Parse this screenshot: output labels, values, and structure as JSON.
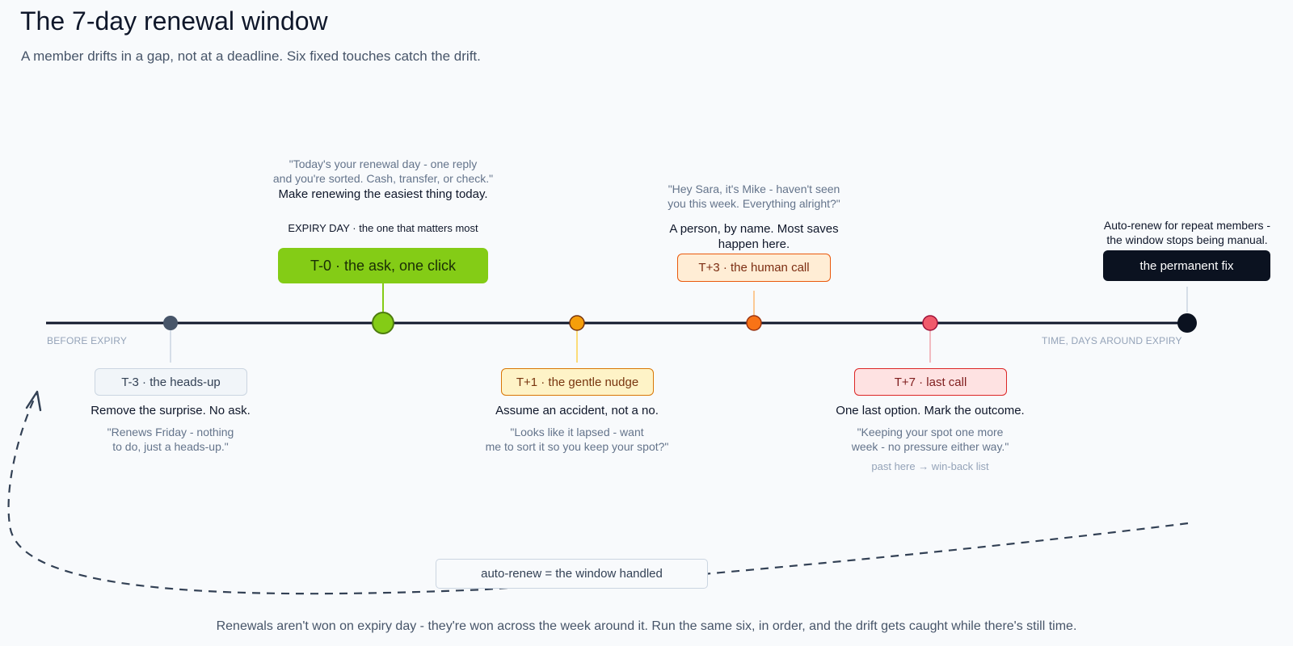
{
  "header": {
    "title": "The 7-day renewal window",
    "subtitle": "A member drifts in a gap, not at a deadline. Six fixed touches catch the drift."
  },
  "axis": {
    "start_label": "BEFORE EXPIRY",
    "end_label": "TIME, DAYS AROUND EXPIRY"
  },
  "touches": {
    "t_minus_3": {
      "label": "T-3 · the heads-up",
      "action": "Remove the surprise. No ask.",
      "quote_line1": "\"Renews Friday - nothing",
      "quote_line2": "to do, just a heads-up.\""
    },
    "t0": {
      "label": "T-0 · the ask, one click",
      "tag": "EXPIRY DAY · the one that matters most",
      "action": "Make renewing the easiest thing today.",
      "quote_line1": "\"Today's your renewal day - one reply",
      "quote_line2": "and you're sorted. Cash, transfer, or check.\""
    },
    "t_plus_1": {
      "label": "T+1 · the gentle nudge",
      "action": "Assume an accident, not a no.",
      "quote_line1": "\"Looks like it lapsed - want",
      "quote_line2": "me to sort it so you keep your spot?\""
    },
    "t_plus_3": {
      "label": "T+3 · the human call",
      "action_line1": "A person, by name. Most saves",
      "action_line2": "happen here.",
      "quote_line1": "\"Hey Sara, it's Mike - haven't seen",
      "quote_line2": "you this week. Everything alright?\""
    },
    "t_plus_7": {
      "label": "T+7 · last call",
      "action": "One last option. Mark the outcome.",
      "quote_line1": "\"Keeping your spot one more",
      "quote_line2": "week - no pressure either way.\"",
      "note": "past here → win-back list"
    },
    "permanent_fix": {
      "label": "the permanent fix",
      "desc_line1": "Auto-renew for repeat members -",
      "desc_line2": "the window stops being manual."
    }
  },
  "loop": {
    "label": "auto-renew = the window handled"
  },
  "footer": {
    "text": "Renewals aren't won on expiry day - they're won across the week around it. Run the same six, in order, and the drift gets caught while there's still time."
  },
  "colors": {
    "timeline": "#0f172a",
    "t_minus_3": "#475569",
    "t0": "#84cc16",
    "t_plus_1": "#f59e0b",
    "t_plus_3": "#f97316",
    "t_plus_7": "#f05a6b",
    "fix": "#0b1220"
  }
}
